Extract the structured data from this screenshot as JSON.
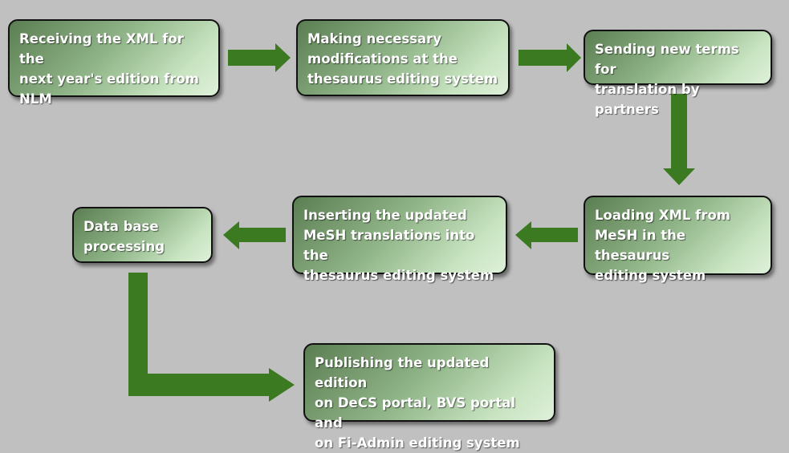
{
  "diagram": {
    "steps": [
      {
        "id": "receive",
        "label": "Receiving the XML for the\nnext year's edition from\nNLM"
      },
      {
        "id": "modify",
        "label": "Making necessary\nmodifications at the\nthesaurus editing system"
      },
      {
        "id": "send",
        "label": "Sending new terms for\ntranslation by partners"
      },
      {
        "id": "load",
        "label": "Loading XML from\nMeSH in the thesaurus\nediting system"
      },
      {
        "id": "insert",
        "label": "Inserting the updated\nMeSH translations into the\nthesaurus editing system"
      },
      {
        "id": "process",
        "label": "Data base\nprocessing"
      },
      {
        "id": "publish",
        "label": "Publishing the updated edition\non DeCS portal, BVS portal and\non Fi-Admin editing system"
      }
    ],
    "colors": {
      "arrow": "#3c7a22",
      "background": "#c0c0c0",
      "box_border": "#111111"
    }
  }
}
